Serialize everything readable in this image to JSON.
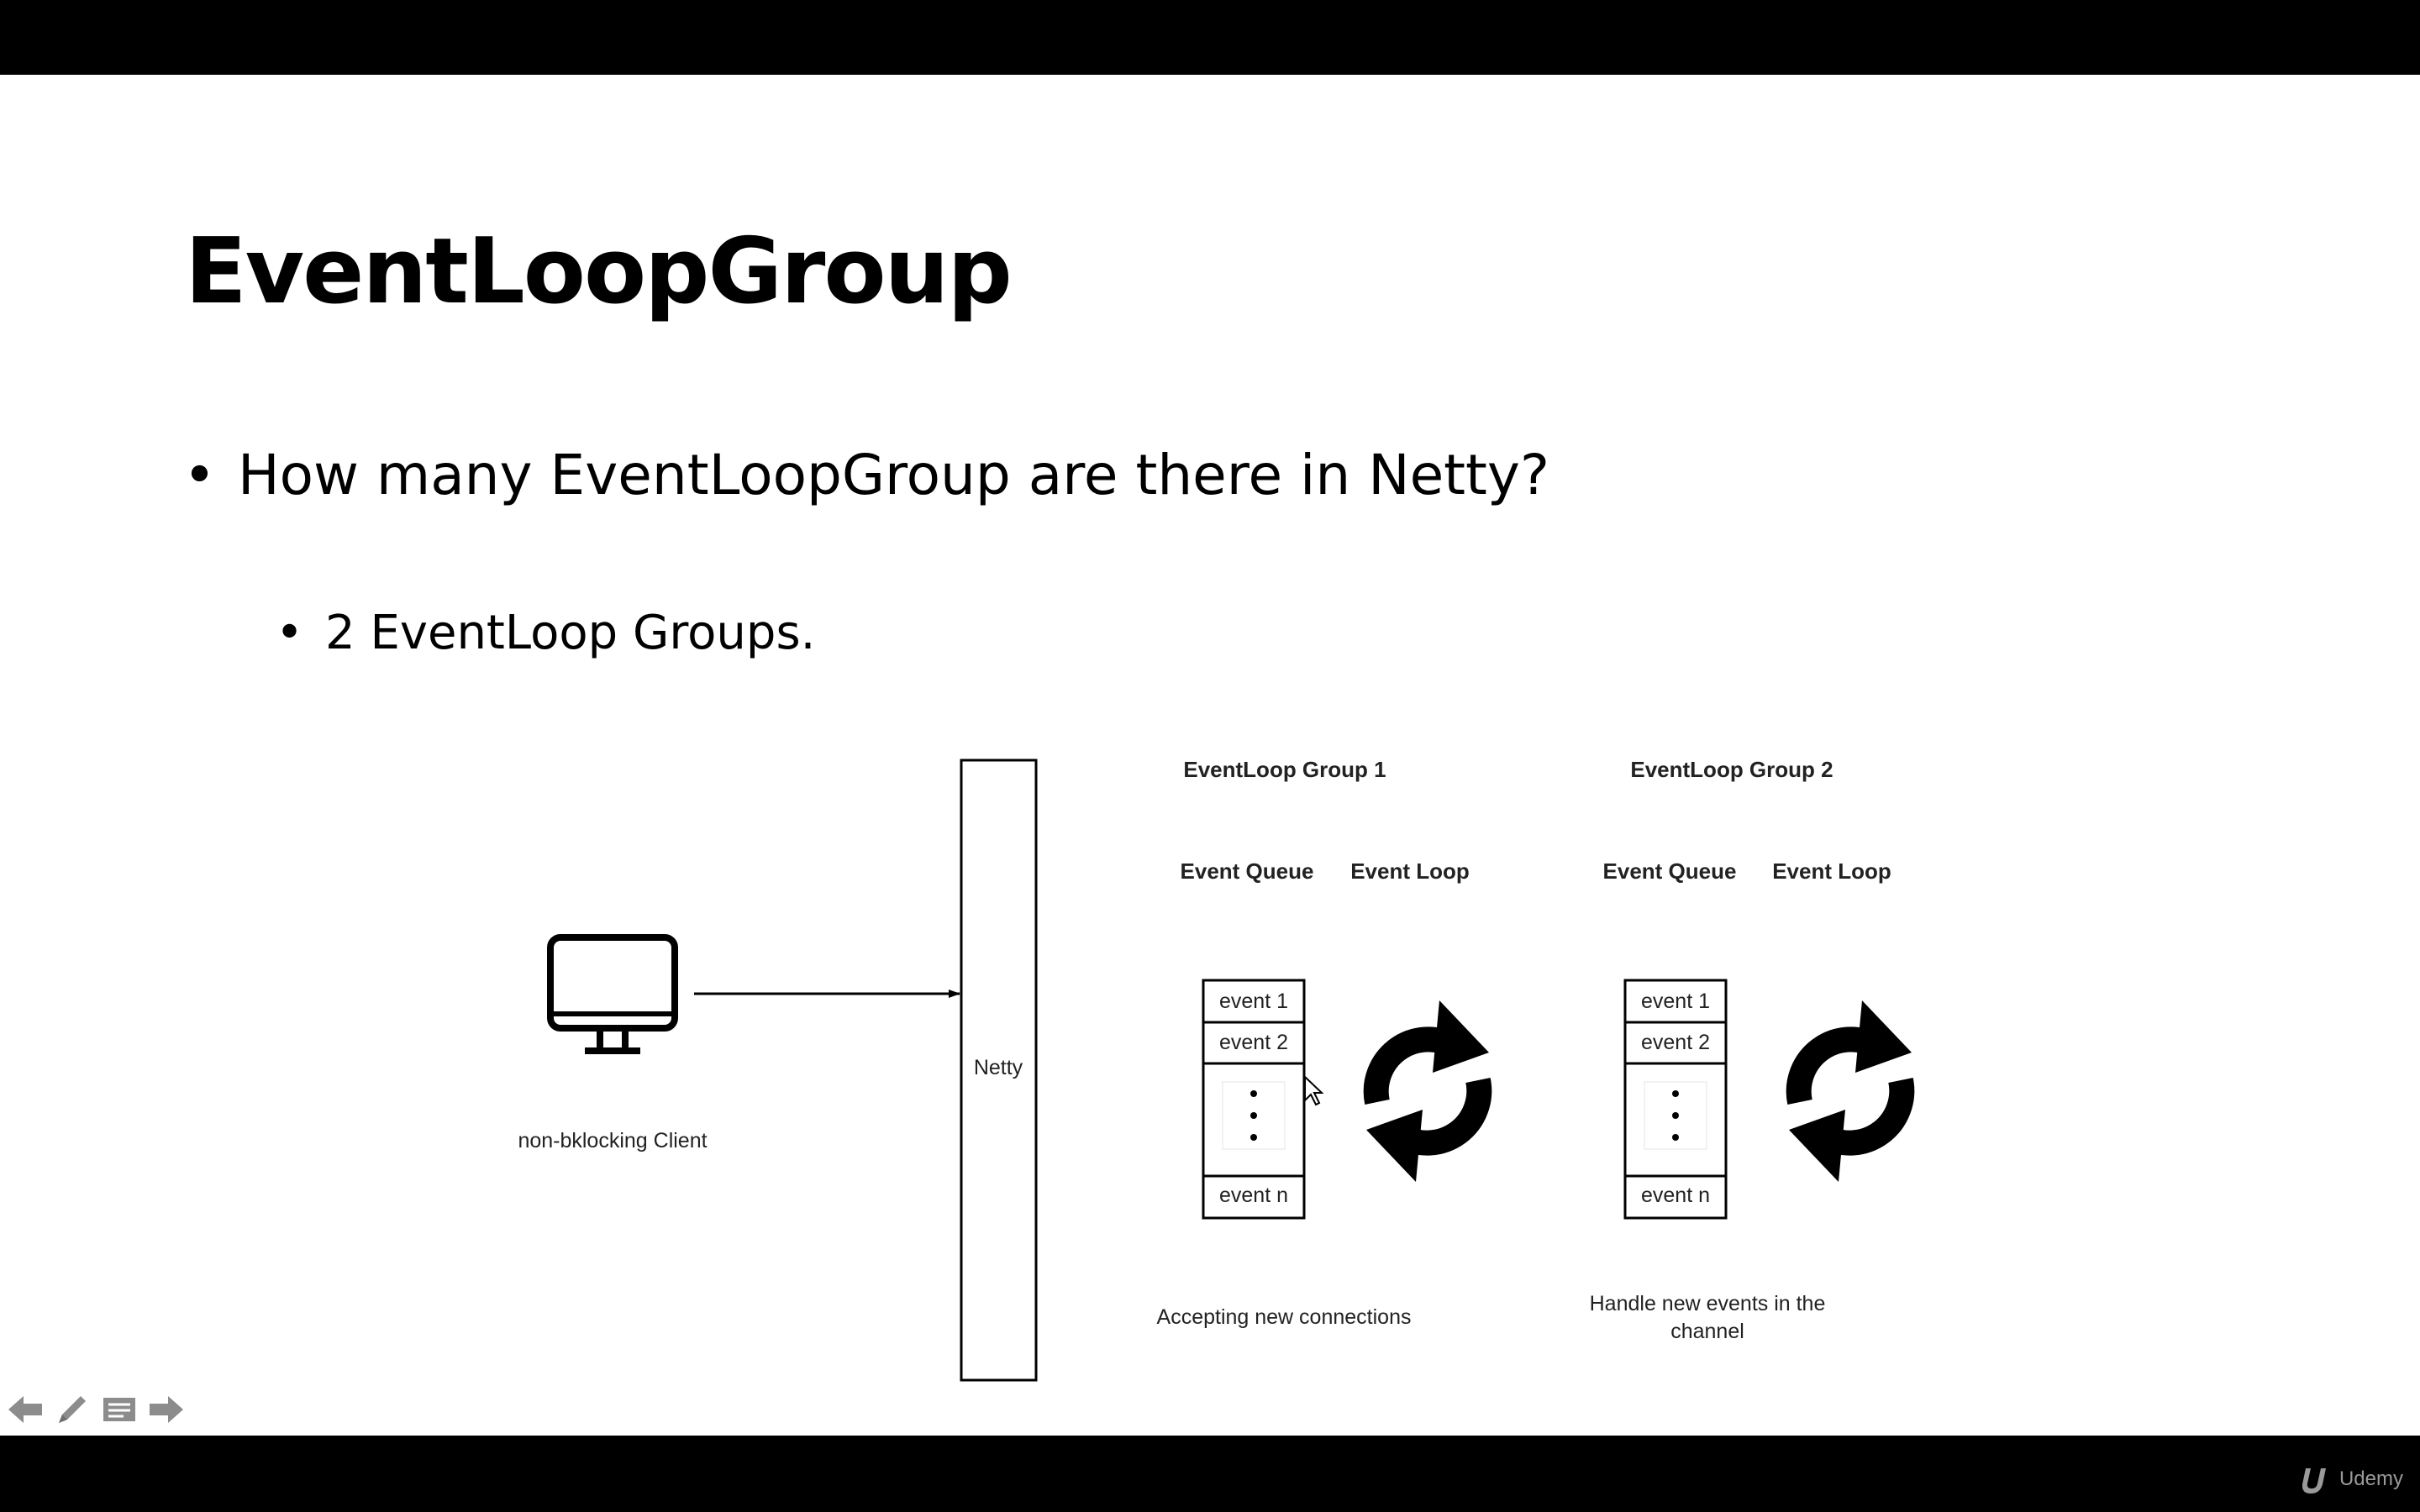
{
  "slide": {
    "title": "EventLoopGroup",
    "bullet_marker": "•",
    "bullets": [
      {
        "text": "How many EventLoopGroup are there in Netty?"
      },
      {
        "text": "2 EventLoop Groups."
      }
    ]
  },
  "diagram": {
    "client_label": "non-bklocking Client",
    "netty_label": "Netty",
    "groups": [
      {
        "title": "EventLoop Group 1",
        "queue_header": "Event Queue",
        "loop_header": "Event Loop",
        "events": [
          "event 1",
          "event 2",
          "event n"
        ],
        "caption_lines": [
          "Accepting new connections"
        ]
      },
      {
        "title": "EventLoop Group 2",
        "queue_header": "Event Queue",
        "loop_header": "Event Loop",
        "events": [
          "event 1",
          "event 2",
          "event n"
        ],
        "caption_lines": [
          "Handle new events in the",
          "channel"
        ]
      }
    ]
  },
  "controls": {
    "icons": [
      "arrow-left-icon",
      "pencil-icon",
      "slides-menu-icon",
      "arrow-right-icon"
    ]
  },
  "branding": {
    "text": "Udemy"
  },
  "colors": {
    "slide_background": "#ffffff",
    "letterbox": "#000000",
    "ink": "#000000",
    "controls": "#8c8c8c",
    "branding": "#9a9a9a"
  }
}
